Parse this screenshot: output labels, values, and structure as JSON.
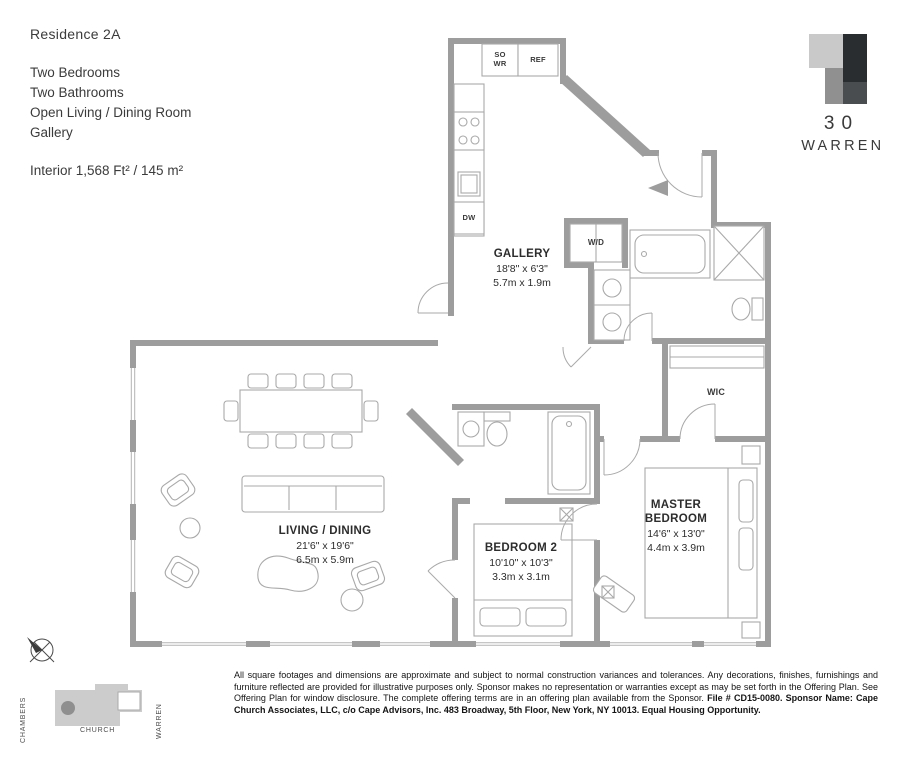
{
  "header": {
    "residence": "Residence 2A",
    "features": [
      "Two Bedrooms",
      "Two Bathrooms",
      "Open Living / Dining Room",
      "Gallery"
    ],
    "interior": "Interior 1,568 Ft² / 145 m²"
  },
  "brand": {
    "number": "30",
    "name": "WARREN"
  },
  "rooms": {
    "gallery": {
      "name": "GALLERY",
      "imperial": "18'8\" x 6'3\"",
      "metric": "5.7m x 1.9m"
    },
    "living": {
      "name": "LIVING / DINING",
      "imperial": "21'6\" x 19'6\"",
      "metric": "6.5m x 5.9m"
    },
    "bedroom2": {
      "name": "BEDROOM 2",
      "imperial": "10'10\" x 10'3\"",
      "metric": "3.3m x 3.1m"
    },
    "master": {
      "name": "MASTER BEDROOM",
      "imperial": "14'6\" x 13'0\"",
      "metric": "4.4m x 3.9m"
    },
    "wic": "WIC",
    "wd": "W/D",
    "ref": "REF",
    "so_line1": "SO",
    "so_line2": "WR",
    "dw": "DW"
  },
  "map": {
    "street_left": "CHAMBERS",
    "street_right": "WARREN",
    "street_bottom": "CHURCH"
  },
  "colors": {
    "wall": "#9d9d9d",
    "fixture": "#a9a9a9",
    "logo_dark": "#2a2d30",
    "logo_light": "#c9c9c9"
  },
  "disclaimer": {
    "text": "All square footages and dimensions are approximate and subject to normal construction variances and tolerances. Any decorations, finishes, furnishings and furniture reflected are provided for illustrative purposes only. Sponsor makes no representation or warranties except as may be set forth in the Offering Plan. See Offering Plan for window disclosure. The complete offering terms are in an offering plan available from the Sponsor. ",
    "bold": "File # CD15-0080. Sponsor Name: Cape Church Associates, LLC, c/o Cape Advisors, Inc. 483 Broadway, 5th Floor, New York, NY 10013. Equal Housing Opportunity."
  }
}
